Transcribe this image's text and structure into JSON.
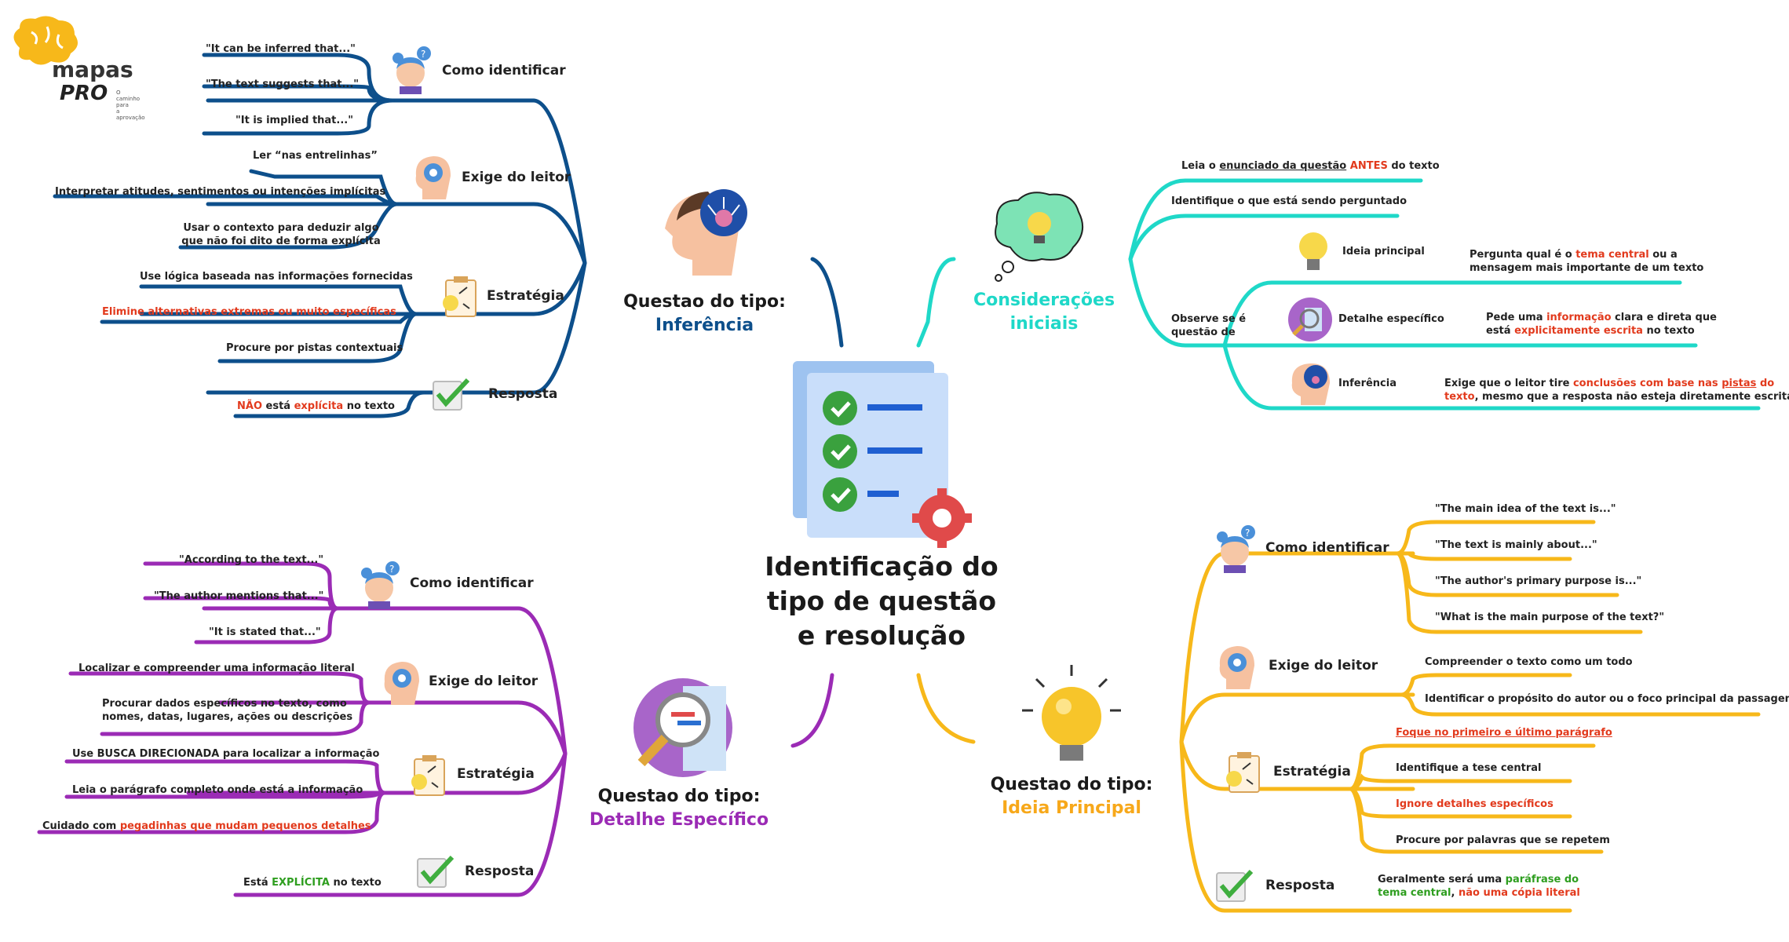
{
  "title": {
    "line1": "Identificação do",
    "line2": "tipo de questão",
    "line3": "e resolução"
  },
  "logo": {
    "brand": "mapas",
    "brand2": "PRO",
    "tagline1": "O caminho para",
    "tagline2": "a aprovação"
  },
  "colors": {
    "inferencia": "#0d4f8b",
    "consideracoes": "#1fd8c8",
    "detalhe": "#9b2bb5",
    "ideia": "#f7b81a",
    "highlight": "#e23a1d",
    "green": "#2e9e1f"
  },
  "inferencia": {
    "label1": "Questao do tipo:",
    "label2": "Inferência",
    "como": {
      "label": "Como identificar",
      "items": [
        "\"It can be inferred that...\"",
        "\"The text suggests that...\"",
        "\"It is implied that...\""
      ]
    },
    "exige": {
      "label": "Exige do leitor",
      "items": [
        "Ler “nas entrelinhas”",
        "Interpretar atitudes, sentimentos ou intenções implícitas",
        "Usar o contexto para deduzir algo",
        "que não foi dito de forma explícita"
      ]
    },
    "estrategia": {
      "label": "Estratégia",
      "items": [
        "Use lógica baseada nas informações fornecidas",
        "Elimine alternativas extremas ou muito específicas",
        "Procure por pistas contextuais"
      ]
    },
    "resposta": {
      "label": "Resposta",
      "p1": "NÃO",
      "p2": " está ",
      "p3": "explícita",
      "p4": " no texto"
    }
  },
  "consideracoes": {
    "label1": "Considerações",
    "label2": "iniciais",
    "item1": {
      "p1": "Leia o ",
      "p2": "enunciado da questão",
      "p3": " ANTES",
      "p4": " do texto"
    },
    "item2": "Identifique o que está sendo perguntado",
    "observe1": "Observe se é",
    "observe2": "questão de",
    "ideia": {
      "label": "Ideia principal",
      "l1a": "Pergunta qual é o ",
      "l1b": "tema central",
      "l1c": " ou a",
      "l2": "mensagem mais importante de um texto"
    },
    "detalhe": {
      "label": "Detalhe específico",
      "l1a": "Pede uma ",
      "l1b": "informação",
      "l1c": " clara e direta que",
      "l2a": "está ",
      "l2b": "explicitamente escrita",
      "l2c": " no texto"
    },
    "inferencia": {
      "label": "Inferência",
      "l1a": "Exige que o leitor tire ",
      "l1b": "conclusões com base nas ",
      "l1c": "pistas",
      "l1d": " do",
      "l2a": "texto",
      "l2b": ", mesmo que a resposta não esteja diretamente escrita"
    }
  },
  "detalhe": {
    "label1": "Questao do tipo:",
    "label2": "Detalhe Específico",
    "como": {
      "label": "Como identificar",
      "items": [
        "\"According to the text...\"",
        "\"The author mentions that...\"",
        "\"It is stated that...\""
      ]
    },
    "exige": {
      "label": "Exige do leitor",
      "items": [
        "Localizar e compreender uma informação literal",
        "Procurar dados específicos no texto, como",
        "nomes, datas, lugares, ações ou descrições"
      ]
    },
    "estrategia": {
      "label": "Estratégia",
      "s1a": "Use ",
      "s1b": "BUSCA DIRECIONADA",
      "s1c": " para localizar a informação",
      "s2": "Leia o parágrafo completo onde está a informação",
      "s3a": "Cuidado com ",
      "s3b": "pegadinhas que mudam pequenos detalhes"
    },
    "resposta": {
      "label": "Resposta",
      "p1": "Está ",
      "p2": "EXPLÍCITA",
      "p3": " no texto"
    }
  },
  "ideia": {
    "label1": "Questao do tipo:",
    "label2": "Ideia Principal",
    "como": {
      "label": "Como identificar",
      "items": [
        "\"The main idea of the text is...\"",
        "\"The text is mainly about...\"",
        "\"The author's primary purpose is...\"",
        "\"What is the main purpose of the text?\""
      ]
    },
    "exige": {
      "label": "Exige do leitor",
      "items": [
        "Compreender o texto como um todo",
        "Identificar o propósito do autor ou o foco principal da passagem"
      ]
    },
    "estrategia": {
      "label": "Estratégia",
      "items": [
        "Foque no primeiro e último parágrafo",
        "Identifique a tese central",
        "Ignore detalhes específicos",
        "Procure por palavras que se repetem"
      ]
    },
    "resposta": {
      "label": "Resposta",
      "l1a": "Geralmente será uma ",
      "l1b": "paráfrase do",
      "l2a": "tema central",
      "l2b": ", ",
      "l2c": "não uma cópia literal"
    }
  }
}
